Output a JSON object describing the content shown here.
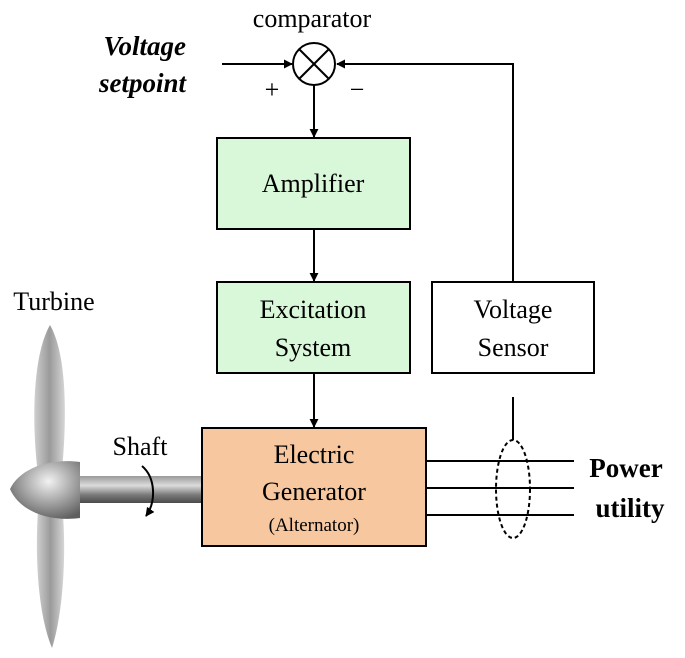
{
  "labels": {
    "comparator": "comparator",
    "setpoint_line1": "Voltage",
    "setpoint_line2": "setpoint",
    "plus": "+",
    "minus": "−",
    "turbine": "Turbine",
    "shaft": "Shaft",
    "power_line1": "Power",
    "power_line2": "utility"
  },
  "blocks": {
    "amplifier": "Amplifier",
    "excitation_line1": "Excitation",
    "excitation_line2": "System",
    "sensor_line1": "Voltage",
    "sensor_line2": "Sensor",
    "generator_line1": "Electric",
    "generator_line2": "Generator",
    "generator_line3": "(Alternator)"
  },
  "colors": {
    "green_block": "#d9f7d9",
    "generator_block": "#f7c79f",
    "sensor_block": "#ffffff"
  }
}
